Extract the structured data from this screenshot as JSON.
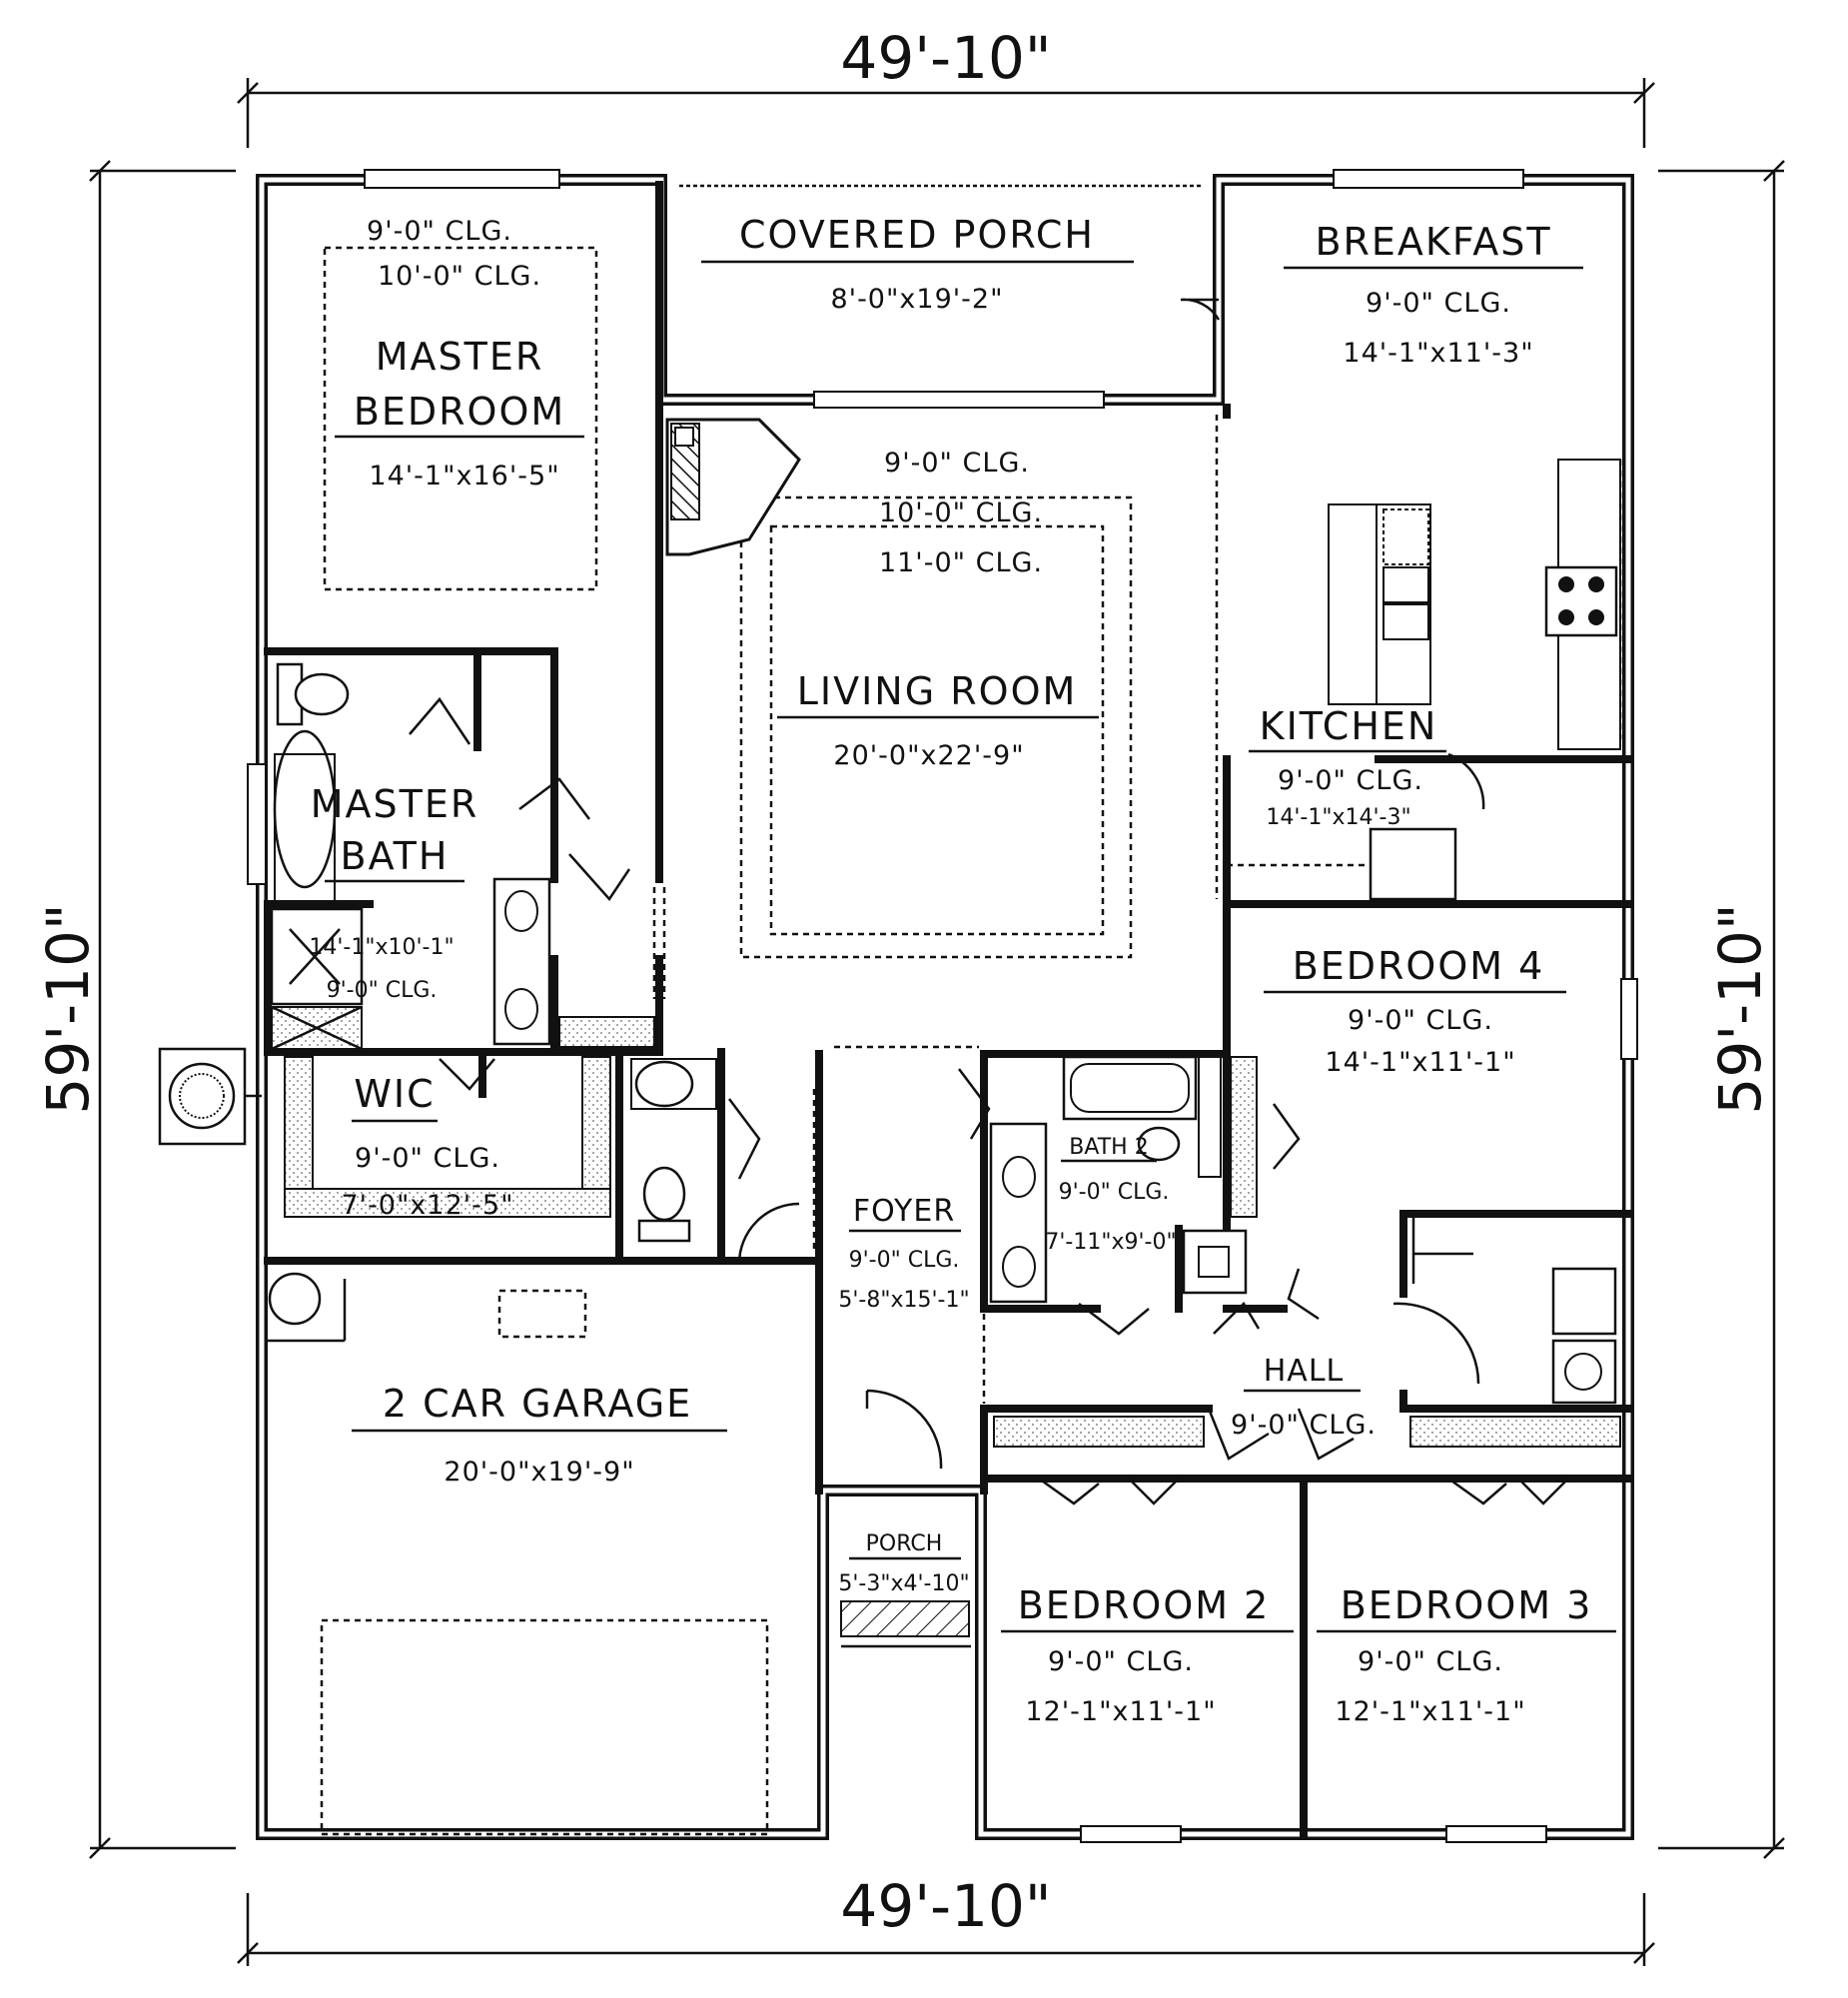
{
  "dimensions": {
    "top": "49'-10\"",
    "bottom": "49'-10\"",
    "left": "59'-10\"",
    "right": "59'-10\""
  },
  "rooms": {
    "master_bedroom": {
      "line1": "MASTER",
      "line2": "BEDROOM",
      "ceiling1": "9'-0\" CLG.",
      "ceiling2": "10'-0\" CLG.",
      "size": "14'-1\"x16'-5\""
    },
    "covered_porch": {
      "name": "COVERED PORCH",
      "size": "8'-0\"x19'-2\""
    },
    "breakfast": {
      "name": "BREAKFAST",
      "ceiling": "9'-0\" CLG.",
      "size": "14'-1\"x11'-3\""
    },
    "living_room": {
      "name": "LIVING ROOM",
      "ceiling1": "9'-0\" CLG.",
      "ceiling2": "10'-0\" CLG.",
      "ceiling3": "11'-0\" CLG.",
      "size": "20'-0\"x22'-9\""
    },
    "kitchen": {
      "name": "KITCHEN",
      "ceiling": "9'-0\" CLG.",
      "size": "14'-1\"x14'-3\""
    },
    "master_bath": {
      "line1": "MASTER",
      "line2": "BATH",
      "size": "14'-1\"x10'-1\"",
      "ceiling": "9'-0\" CLG."
    },
    "bedroom4": {
      "name": "BEDROOM 4",
      "ceiling": "9'-0\" CLG.",
      "size": "14'-1\"x11'-1\""
    },
    "wic": {
      "name": "WIC",
      "ceiling": "9'-0\" CLG.",
      "size": "7'-0\"x12'-5\""
    },
    "foyer": {
      "name": "FOYER",
      "ceiling": "9'-0\" CLG.",
      "size": "5'-8\"x15'-1\""
    },
    "bath2": {
      "name": "BATH 2",
      "ceiling": "9'-0\" CLG.",
      "size": "7'-11\"x9'-0\""
    },
    "hall": {
      "name": "HALL",
      "ceiling": "9'-0\" CLG."
    },
    "garage": {
      "name": "2 CAR GARAGE",
      "size": "20'-0\"x19'-9\""
    },
    "porch": {
      "name": "PORCH",
      "size": "5'-3\"x4'-10\""
    },
    "bedroom2": {
      "name": "BEDROOM 2",
      "ceiling": "9'-0\" CLG.",
      "size": "12'-1\"x11'-1\""
    },
    "bedroom3": {
      "name": "BEDROOM 3",
      "ceiling": "9'-0\" CLG.",
      "size": "12'-1\"x11'-1\""
    }
  }
}
